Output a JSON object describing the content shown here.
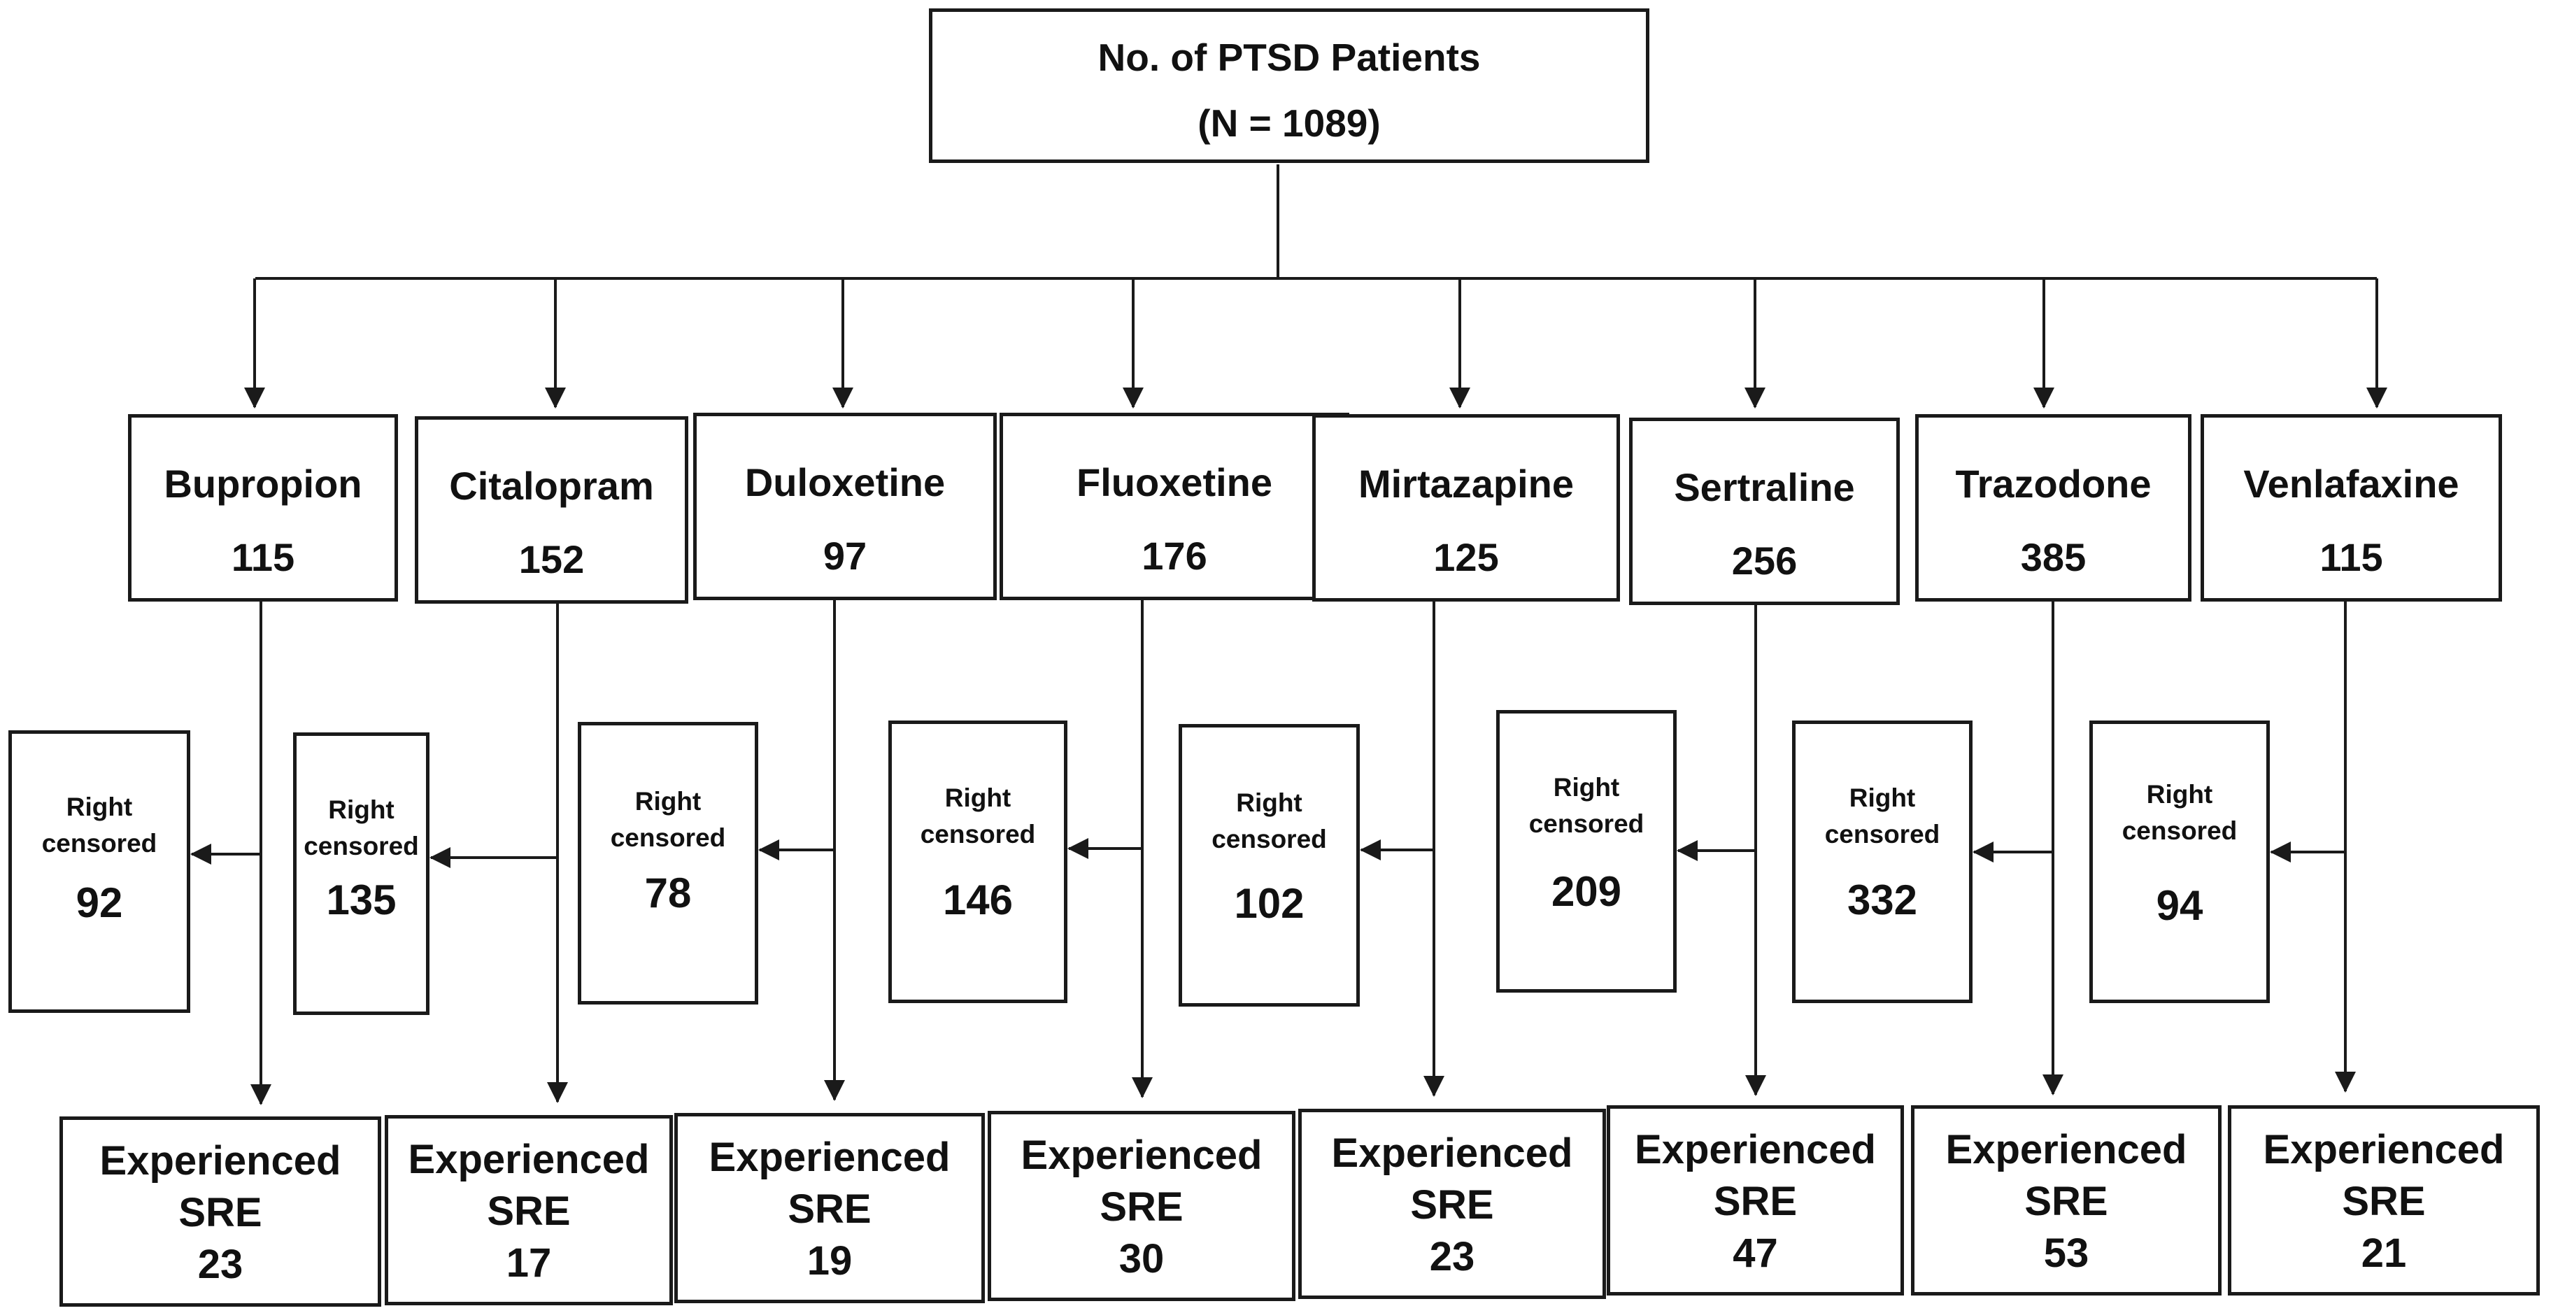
{
  "root": {
    "title": "No. of PTSD Patients",
    "total": "(N = 1089)"
  },
  "right_censored_label": {
    "line1": "Right",
    "line2": "censored"
  },
  "experienced_label": {
    "line1": "Experienced",
    "line2": "SRE"
  },
  "drugs": [
    {
      "name": "Bupropion",
      "count": "115",
      "right_censored": "92",
      "experienced_sre": "23"
    },
    {
      "name": "Citalopram",
      "count": "152",
      "right_censored": "135",
      "experienced_sre": "17"
    },
    {
      "name": "Duloxetine",
      "count": "97",
      "right_censored": "78",
      "experienced_sre": "19"
    },
    {
      "name": "Fluoxetine",
      "count": "176",
      "right_censored": "146",
      "experienced_sre": "30"
    },
    {
      "name": "Mirtazapine",
      "count": "125",
      "right_censored": "102",
      "experienced_sre": "23"
    },
    {
      "name": "Sertraline",
      "count": "256",
      "right_censored": "209",
      "experienced_sre": "47"
    },
    {
      "name": "Trazodone",
      "count": "385",
      "right_censored": "332",
      "experienced_sre": "53"
    },
    {
      "name": "Venlafaxine",
      "count": "115",
      "right_censored": "94",
      "experienced_sre": "21"
    }
  ],
  "colors": {
    "line": "#1a1a1a",
    "text": "#111111",
    "background": "#ffffff"
  }
}
